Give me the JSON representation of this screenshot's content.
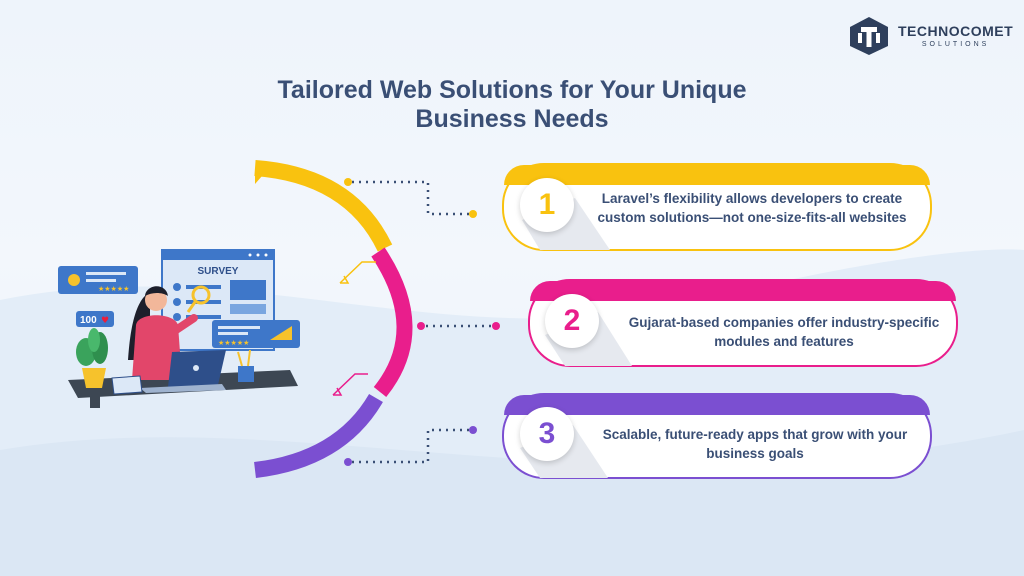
{
  "brand": {
    "name": "TECHNOCOMET",
    "tagline": "SOLUTIONS"
  },
  "title": {
    "line1": "Tailored Web Solutions for Your Unique",
    "line2": "Business Needs"
  },
  "illustration": {
    "survey_label": "SURVEY",
    "likes_count": "100"
  },
  "steps": [
    {
      "number": "1",
      "text": "Laravel’s flexibility allows developers to create custom solutions—not one-size-fits-all websites",
      "color": "#f9c20f"
    },
    {
      "number": "2",
      "text": "Gujarat-based companies offer industry-specific modules and features",
      "color": "#e91e8c"
    },
    {
      "number": "3",
      "text": "Scalable, future-ready apps that grow with your business goals",
      "color": "#7b4fd1"
    }
  ],
  "colors": {
    "title": "#3a4f75",
    "yellow": "#f9c20f",
    "pink": "#e91e8c",
    "purple": "#7b4fd1"
  }
}
